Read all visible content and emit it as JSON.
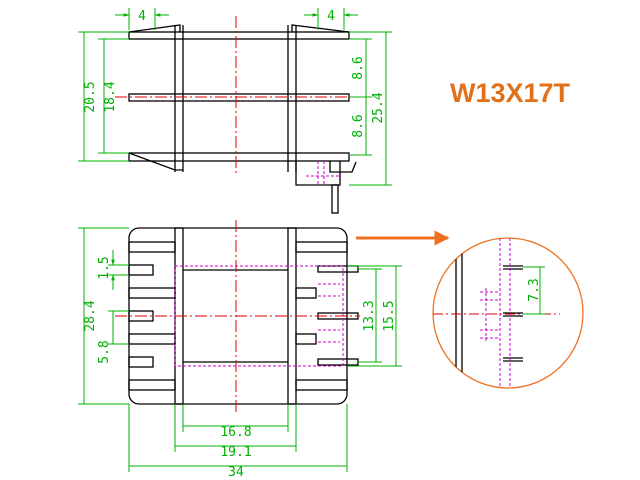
{
  "title": "W13X17T",
  "colors": {
    "outline": "#000000",
    "dimension": "#00b000",
    "centerline": "#e00000",
    "hidden": "#cc00cc",
    "accent": "#f07020"
  },
  "side_view": {
    "dims": {
      "pin_width_left": "4",
      "pin_width_right": "4",
      "height_outer": "20.5",
      "height_inner": "18.4",
      "pitch_upper": "8.6",
      "pitch_lower": "8.6",
      "total_height": "25.4"
    }
  },
  "bottom_view": {
    "dims": {
      "edge_offset": "1.5",
      "total_depth": "28.4",
      "slot_width": "5.8",
      "pin_span_inner": "13.3",
      "pin_span_outer": "15.5",
      "core_width": "16.8",
      "core_outer": "19.1",
      "total_width": "34"
    }
  },
  "detail_view": {
    "dims": {
      "pin_pitch": "7.3"
    }
  }
}
